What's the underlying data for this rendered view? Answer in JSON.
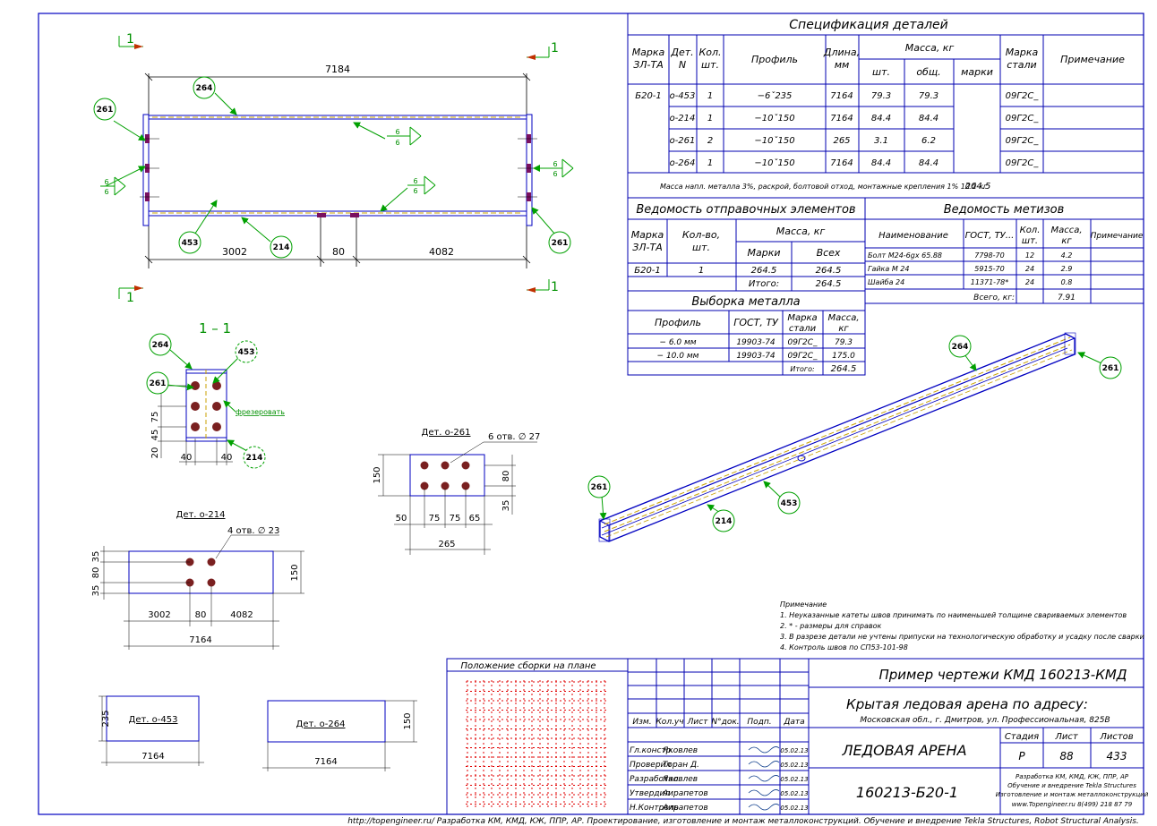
{
  "spec": {
    "title": "Спецификация деталей",
    "headers": {
      "marka": "Марка",
      "marka2": "ЗЛ-ТА",
      "det": "Дет.",
      "det2": "N",
      "kol": "Кол.",
      "kol2": "шт.",
      "profil": "Профиль",
      "dlina": "Длина,",
      "dlina2": "мм",
      "massa": "Масса, кг",
      "sht": "шт.",
      "obsh": "общ.",
      "marki": "марки",
      "stal": "Марка",
      "stal2": "стали",
      "prim": "Примечание"
    },
    "mark": "Б20-1",
    "rows": [
      {
        "det": "о-453",
        "kol": "1",
        "profil": "−6ˇ235",
        "dlina": "7164",
        "sht": "79.3",
        "obsh": "79.3",
        "stal": "09Г2С_"
      },
      {
        "det": "о-214",
        "kol": "1",
        "profil": "−10ˇ150",
        "dlina": "7164",
        "sht": "84.4",
        "obsh": "84.4",
        "stal": "09Г2С_"
      },
      {
        "det": "о-261",
        "kol": "2",
        "profil": "−10ˇ150",
        "dlina": "265",
        "sht": "3.1",
        "obsh": "6.2",
        "stal": "09Г2С_"
      },
      {
        "det": "о-264",
        "kol": "1",
        "profil": "−10ˇ150",
        "dlina": "7164",
        "sht": "84.4",
        "obsh": "84.4",
        "stal": "09Г2С_"
      }
    ],
    "footer_text": "Масса напл. металла 3%, раскрой, болтовой отход, монтажные крепления 1%  10.2 кг",
    "footer_mass": "264.5"
  },
  "otpr": {
    "title": "Ведомость отправочных элементов",
    "h_marka": "Марка",
    "h_marka2": "ЗЛ-ТА",
    "h_kol": "Кол-во,",
    "h_kol2": "шт.",
    "h_massa": "Масса, кг",
    "h_marki": "Марки",
    "h_vseh": "Всех",
    "row": {
      "marka": "Б20-1",
      "kol": "1",
      "marki": "264.5",
      "vseh": "264.5"
    },
    "itogo_label": "Итого:",
    "itogo": "264.5"
  },
  "metiz": {
    "title": "Ведомость метизов",
    "h_name": "Наименование",
    "h_gost": "ГОСТ, ТУ...",
    "h_kol": "Кол.",
    "h_kol2": "шт.",
    "h_massa": "Масса,",
    "h_massa2": "кг",
    "h_prim": "Примечание",
    "rows": [
      {
        "name": "Болт М24-6gх 65.88",
        "gost": "7798-70",
        "kol": "12",
        "massa": "4.2"
      },
      {
        "name": "Гайка М 24",
        "gost": "5915-70",
        "kol": "24",
        "massa": "2.9"
      },
      {
        "name": "Шайба 24",
        "gost": "11371-78*",
        "kol": "24",
        "massa": "0.8"
      }
    ],
    "vsego_label": "Всего, кг:",
    "vsego": "7.91"
  },
  "vyborka": {
    "title": "Выборка металла",
    "h_profil": "Профиль",
    "h_gost": "ГОСТ, ТУ",
    "h_stal": "Марка",
    "h_stal2": "стали",
    "h_massa": "Масса,",
    "h_massa2": "кг",
    "rows": [
      {
        "profil": "− 6.0 мм",
        "gost": "19903-74",
        "stal": "09Г2С_",
        "massa": "79.3"
      },
      {
        "profil": "− 10.0 мм",
        "gost": "19903-74",
        "stal": "09Г2С_",
        "massa": "175.0"
      }
    ],
    "itogo_label": "Итого:",
    "itogo": "264.5"
  },
  "main_view": {
    "dim_total": "7184",
    "dim_a": "3002",
    "dim_b": "80",
    "dim_c": "4082",
    "section_mark": "1",
    "weld_6a": "6",
    "weld_6b": "6",
    "callouts": {
      "c264": "264",
      "c261": "261",
      "c453": "453",
      "c214": "214"
    }
  },
  "section": {
    "title": "1 – 1",
    "dim_75": "75",
    "dim_45": "45",
    "dim_20": "20",
    "dim_40a": "40",
    "dim_40b": "40",
    "frezer": "фрезеровать"
  },
  "det261": {
    "title": "Дет. о-261",
    "holes": "6 отв. ∅ 27",
    "d150": "150",
    "d80": "80",
    "d35": "35",
    "d50": "50",
    "d75a": "75",
    "d75b": "75",
    "d65": "65",
    "d265": "265"
  },
  "det214": {
    "title": "Дет. о-214",
    "holes": "4 отв. ∅ 23",
    "d35a": "35",
    "d80": "80",
    "d35b": "35",
    "d150": "150",
    "d3002": "3002",
    "d80b": "80",
    "d4082": "4082",
    "d7164": "7164"
  },
  "det453": {
    "title": "Дет. о-453",
    "d235": "235",
    "d7164": "7164"
  },
  "det264": {
    "title": "Дет. о-264",
    "d150": "150",
    "d7164": "7164"
  },
  "notes": {
    "title": "Примечание",
    "items": [
      "1. Неуказанные катеты швов принимать по наименьшей толщине свариваемых элементов",
      "2. * - размеры для справок",
      "3. В разрезе детали не учтены припуски на технологическую обработку и усадку после сварки",
      "4. Контроль швов по СП53-101-98"
    ]
  },
  "iso_callouts": {
    "c264": "264",
    "c261a": "261",
    "c261b": "261",
    "c453": "453",
    "c214": "214"
  },
  "stamp": {
    "plan_title": "Положение сборки на плане",
    "code": "Пример чертежи КМД  160213-КМД",
    "object": "Крытая ледовая арена по адресу:",
    "address": "Московская обл., г. Дмитров, ул. Профессиональная, 825В",
    "sheet_name": "ЛЕДОВАЯ АРЕНА",
    "drawing_code": "160213-Б20-1",
    "stadiya_label": "Стадия",
    "list_label": "Лист",
    "listov_label": "Листов",
    "stadiya": "Р",
    "list": "88",
    "listov": "433",
    "cols": {
      "izm": "Изм.",
      "kol": "Кол.уч",
      "list": "Лист",
      "ndok": "N°док.",
      "podp": "Подп.",
      "data": "Дата"
    },
    "people": [
      {
        "role": "Гл.констр.",
        "name": "Яковлев",
        "date": "05.02.13"
      },
      {
        "role": "Проверил",
        "name": "Торан Д.",
        "date": "05.02.13"
      },
      {
        "role": "Разработал",
        "name": "Яковлев",
        "date": "05.02.13"
      },
      {
        "role": "Утвердил",
        "name": "Аирапетов",
        "date": "05.02.13"
      },
      {
        "role": "Н.Контроль",
        "name": "Аирапетов",
        "date": "05.02.13"
      }
    ],
    "company": [
      "Разработка КМ, КМД, КЖ, ППР, АР",
      "Обучение и внедрение Tekla Structures",
      "Изготовление и монтаж металлоконструкций",
      "www.Topengineer.ru        8(499) 218 87 79"
    ]
  },
  "footer": "http://topengineer.ru/  Разработка КМ, КМД, КЖ, ППР, АР. Проектирование, изготовление и монтаж металлоконструкций. Обучение и внедрение Tekla Structures, Robot Structural Analysis."
}
